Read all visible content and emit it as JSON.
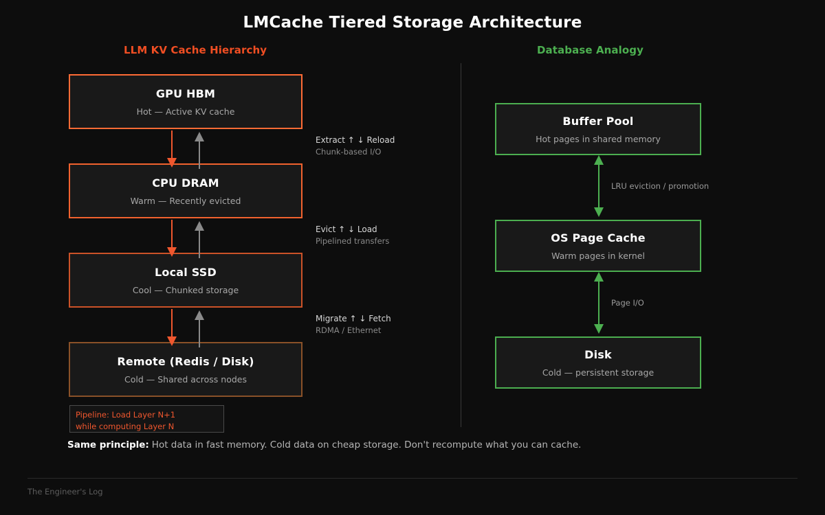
{
  "page": {
    "title": "LMCache Tiered Storage Architecture",
    "footer": "The Engineer's Log"
  },
  "columns": {
    "left_heading": "LLM KV Cache Hierarchy",
    "right_heading": "Database Analogy",
    "left_heading_color": "#f04e23",
    "right_heading_color": "#4caf50"
  },
  "left_tiers": [
    {
      "title": "GPU HBM",
      "subtitle": "Hot — Active KV cache",
      "border_color": "#ff6b35"
    },
    {
      "title": "CPU DRAM",
      "subtitle": "Warm — Recently evicted",
      "border_color": "#f2622e"
    },
    {
      "title": "Local SSD",
      "subtitle": "Cool — Chunked storage",
      "border_color": "#cc5228"
    },
    {
      "title": "Remote (Redis / Disk)",
      "subtitle": "Cold — Shared across nodes",
      "border_color": "#8a5128"
    }
  ],
  "left_transitions": [
    {
      "main": "Extract ↑   ↓ Reload",
      "sub": "Chunk-based I/O",
      "down_label": "Extract",
      "up_label": "Reload"
    },
    {
      "main": "Evict ↑   ↓ Load",
      "sub": "Pipelined transfers",
      "down_label": "Evict",
      "up_label": "Load"
    },
    {
      "main": "Migrate ↑   ↓ Fetch",
      "sub": "RDMA / Ethernet",
      "down_label": "Migrate",
      "up_label": "Fetch"
    }
  ],
  "right_tiers": [
    {
      "title": "Buffer Pool",
      "subtitle": "Hot pages in shared memory",
      "border_color": "#4caf50"
    },
    {
      "title": "OS Page Cache",
      "subtitle": "Warm pages in kernel",
      "border_color": "#4caf50"
    },
    {
      "title": "Disk",
      "subtitle": "Cold — persistent storage",
      "border_color": "#4caf50"
    }
  ],
  "right_transitions": [
    {
      "label": "LRU eviction / promotion"
    },
    {
      "label": "Page I/O"
    }
  ],
  "pipeline_note": {
    "line1": "Pipeline: Load Layer N+1",
    "line2": "while computing Layer N",
    "text_color": "#f0572e"
  },
  "principle": {
    "lead": "Same principle:",
    "body": "Hot data in fast memory. Cold data on cheap storage. Don't recompute what you can cache."
  },
  "colors": {
    "background": "#0d0d0d",
    "box_fill": "#191919",
    "arrow_down": "#f0572e",
    "arrow_up": "#8a8a8a",
    "arrow_green": "#4caf50",
    "divider": "#3a3a3a"
  }
}
